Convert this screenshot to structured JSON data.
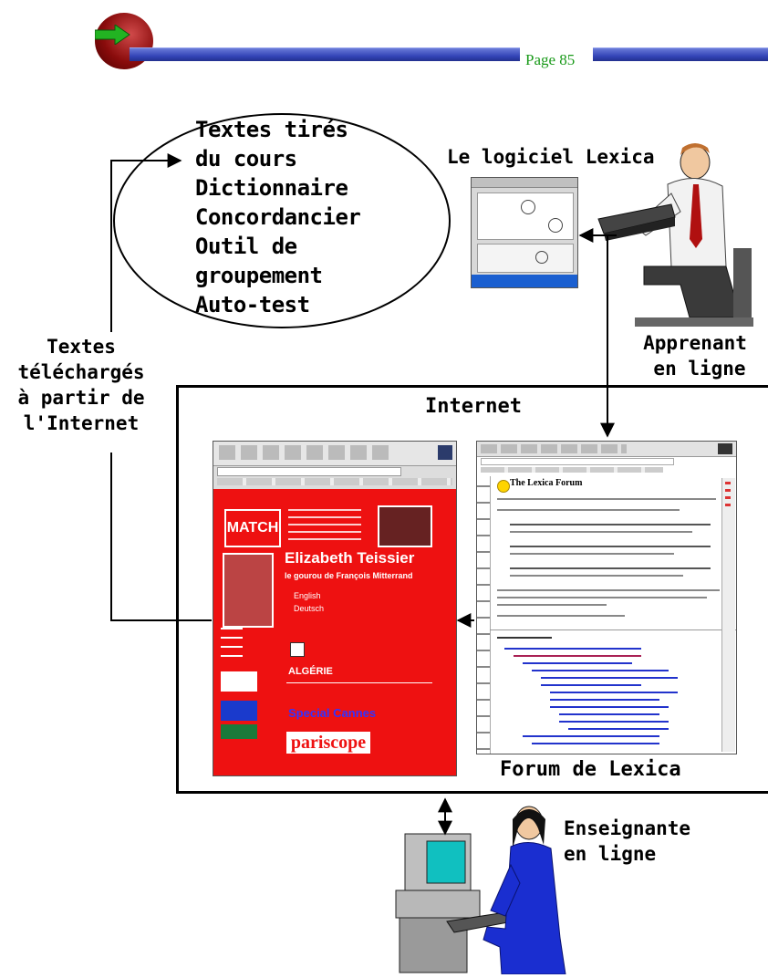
{
  "header": {
    "page_label": "Page 85"
  },
  "ellipse_list": {
    "items": [
      "Textes tirés",
      "du cours",
      "Dictionnaire",
      "Concordancier",
      "Outil de",
      "groupement",
      "Auto-test"
    ]
  },
  "labels": {
    "software": "Le logiciel Lexica",
    "learner_line1": "Apprenant",
    "learner_line2": "en ligne",
    "downloaded_line1": "Textes",
    "downloaded_line2": "téléchargés",
    "downloaded_line3": "à partir de",
    "downloaded_line4": "l'Internet",
    "internet": "Internet",
    "forum": "Forum de Lexica",
    "teacher_line1": "Enseignante",
    "teacher_line2": "en ligne"
  },
  "match_page": {
    "logo": "MATCH",
    "headline_1": "Elizabeth Teissier",
    "headline_2": "le gourou de François Mitterrand",
    "bullet_1": "English",
    "bullet_2": "Deutsch",
    "section_1": "ALGÉRIE",
    "section_2": "Special Cannes",
    "brand": "pariscope"
  },
  "forum_page": {
    "title": "The Lexica Forum"
  },
  "colors": {
    "accent_bar": "#3445b8",
    "page_label": "#1a9a1a",
    "match_red": "#ee1111",
    "arrow": "#000000"
  }
}
